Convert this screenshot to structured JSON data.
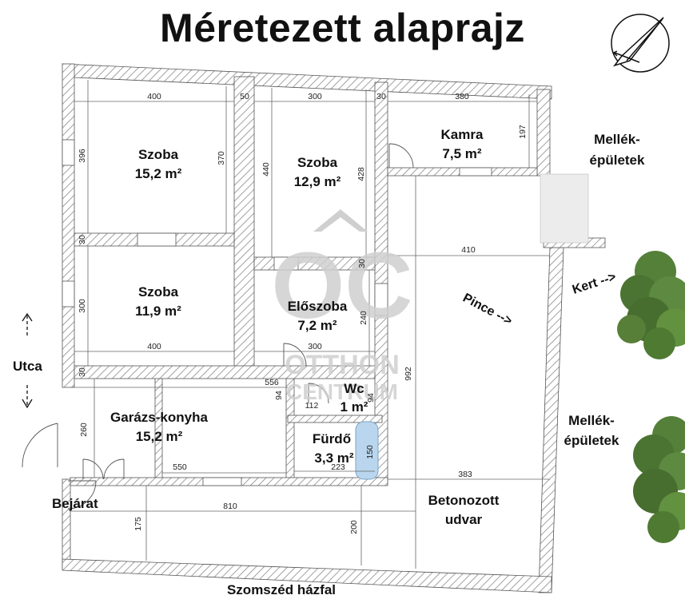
{
  "title": "Méretezett alaprajz",
  "colors": {
    "wall_fill": "#ffffff",
    "wall_hatch": "#8a8a8a",
    "wall_outline": "#555555",
    "dim_line": "#666666",
    "text": "#111111",
    "watermark": "#cfcfcf",
    "tree": "#4f7a32",
    "bathtub": "#b9d6ee"
  },
  "icons": {
    "north": "compass-north-arrow-icon"
  },
  "rooms": [
    {
      "name": "Szoba",
      "area": "15,2 m²"
    },
    {
      "name": "Szoba",
      "area": "12,9 m²"
    },
    {
      "name": "Kamra",
      "area": "7,5 m²"
    },
    {
      "name": "Szoba",
      "area": "11,9 m²"
    },
    {
      "name": "Előszoba",
      "area": "7,2 m²"
    },
    {
      "name": "Garázs-konyha",
      "area": "15,2 m²"
    },
    {
      "name": "Wc",
      "area": "1 m²"
    },
    {
      "name": "Fürdő",
      "area": "3,3 m²"
    }
  ],
  "labels": {
    "pince": "Pince -->",
    "kert": "Kert -->",
    "mellek1": [
      "Mellék-",
      "épületek"
    ],
    "mellek2": [
      "Mellék-",
      "épületek"
    ],
    "utca": "Utca",
    "bejarat": "Bejárat",
    "udvar": [
      "Betonozott",
      "udvar"
    ],
    "szomszed": "Szomszéd házfal"
  },
  "dimensions": [
    "400",
    "50",
    "300",
    "30",
    "380",
    "197",
    "396",
    "370",
    "440",
    "428",
    "30",
    "410",
    "30",
    "300",
    "240",
    "400",
    "300",
    "30",
    "556",
    "94",
    "94",
    "112",
    "992",
    "260",
    "550",
    "223",
    "150",
    "383",
    "810",
    "175",
    "200"
  ],
  "watermark": {
    "logo": "OC",
    "line1": "OTTHON",
    "line2": "CENTRUM"
  }
}
